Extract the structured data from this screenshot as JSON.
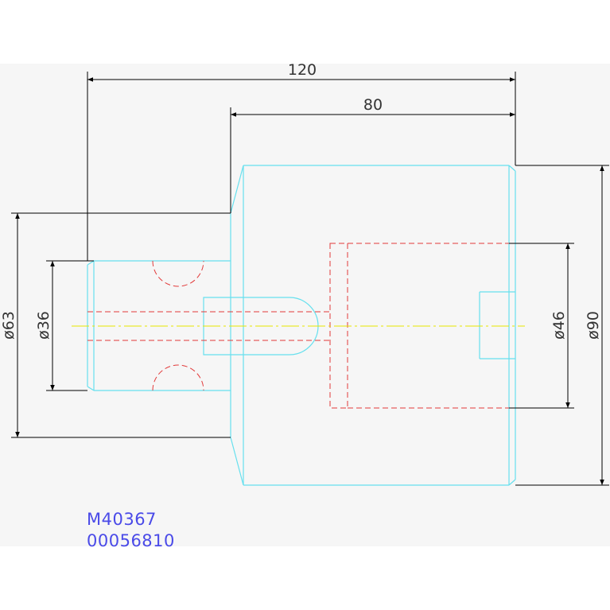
{
  "dimensions": {
    "overall_length": "120",
    "body_length": "80",
    "dia_63": "ø63",
    "dia_36": "ø36",
    "dia_46": "ø46",
    "dia_90": "ø90"
  },
  "part_codes": {
    "model": "M40367",
    "number": "00056810"
  },
  "colors": {
    "part_outline": "#66e0ee",
    "hidden_lines": "#e23a3a",
    "center_line": "#e6e600",
    "dimension_lines": "#000000",
    "code_text": "#4a4ae8"
  }
}
